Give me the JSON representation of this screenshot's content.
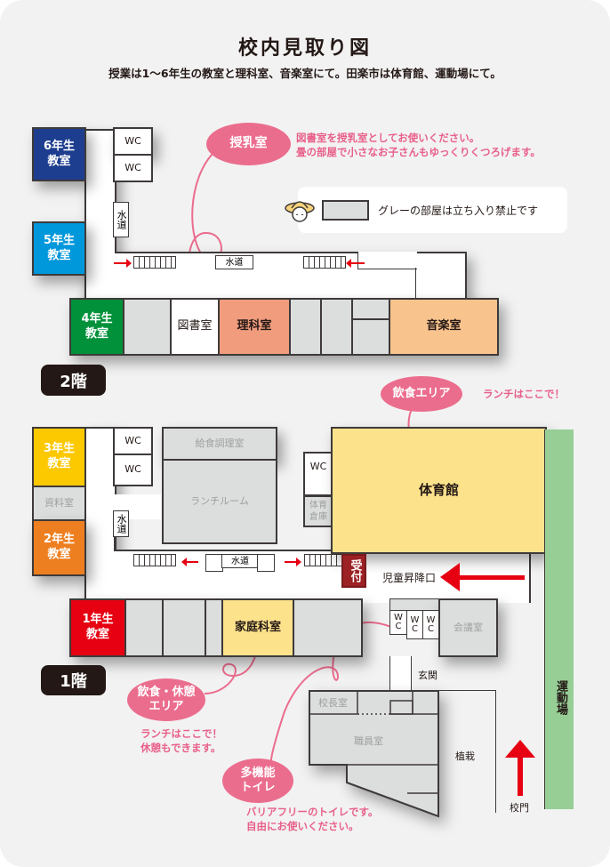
{
  "title": "校内見取り図",
  "subtitle": "授業は1〜6年生の教室と理科室、音楽室にて。田楽市は体育館、運動場にて。",
  "legend": {
    "text": "グレーの部屋は立ち入り禁止です",
    "icon": "girl-with-hat-icon",
    "swatch_color": "#dcdddd"
  },
  "colors": {
    "grade6": "#1d3d8f",
    "grade5": "#0097db",
    "grade4": "#00913a",
    "grade3": "#fcc800",
    "grade2": "#ee7f21",
    "grade1": "#e60012",
    "science": "#f19c7d",
    "music": "#f8c38d",
    "gym": "#fde28c",
    "home_ec": "#fde28c",
    "reception": "#9c2124",
    "playground": "#97ce96",
    "pink": "#eb6d8e",
    "restricted": "#dcdddd"
  },
  "floor2": {
    "badge": "2階",
    "rooms": {
      "grade6": "6年生\n教室",
      "grade5": "5年生\n教室",
      "grade4": "4年生\n教室",
      "wc1": "WC",
      "wc2": "WC",
      "water_v": "水道",
      "water_h": "水道",
      "library": "図書室",
      "science": "理科室",
      "music": "音楽室"
    },
    "callout": {
      "bubble": "授乳室",
      "lines": [
        "図書室を授乳室としてお使いください。",
        "畳の部屋で小さなお子さんもゆっくりくつろげます。"
      ]
    }
  },
  "floor1": {
    "badge": "1階",
    "rooms": {
      "grade3": "3年生\n教室",
      "materials": "資料室",
      "grade2": "2年生\n教室",
      "grade1": "1年生\n教室",
      "wc1": "WC",
      "wc2": "WC",
      "wc3": "WC",
      "water_v": "水道",
      "water_h": "水道",
      "kitchen": "給食調理室",
      "lunchroom": "ランチルーム",
      "gym_storage": "体育\n倉庫",
      "gym": "体育館",
      "reception": "受付",
      "student_entrance": "児童昇降口",
      "home_ec": "家庭科室",
      "wc_a": "W\nC",
      "wc_b": "W\nC",
      "wc_c": "W\nC",
      "meeting": "会議室",
      "entrance": "玄関",
      "principal": "校長室",
      "staff": "職員室",
      "planting": "植栽",
      "gate": "校門",
      "playground": "運動場"
    },
    "callouts": {
      "eating": {
        "bubble": "飲食エリア",
        "text": "ランチはここで！"
      },
      "rest": {
        "bubble": "飲食・休憩\nエリア",
        "lines": [
          "ランチはここで！",
          "休憩もできます。"
        ]
      },
      "toilet": {
        "bubble": "多機能\nトイレ",
        "lines": [
          "バリアフリーのトイレです。",
          "自由にお使いください。"
        ]
      }
    }
  }
}
